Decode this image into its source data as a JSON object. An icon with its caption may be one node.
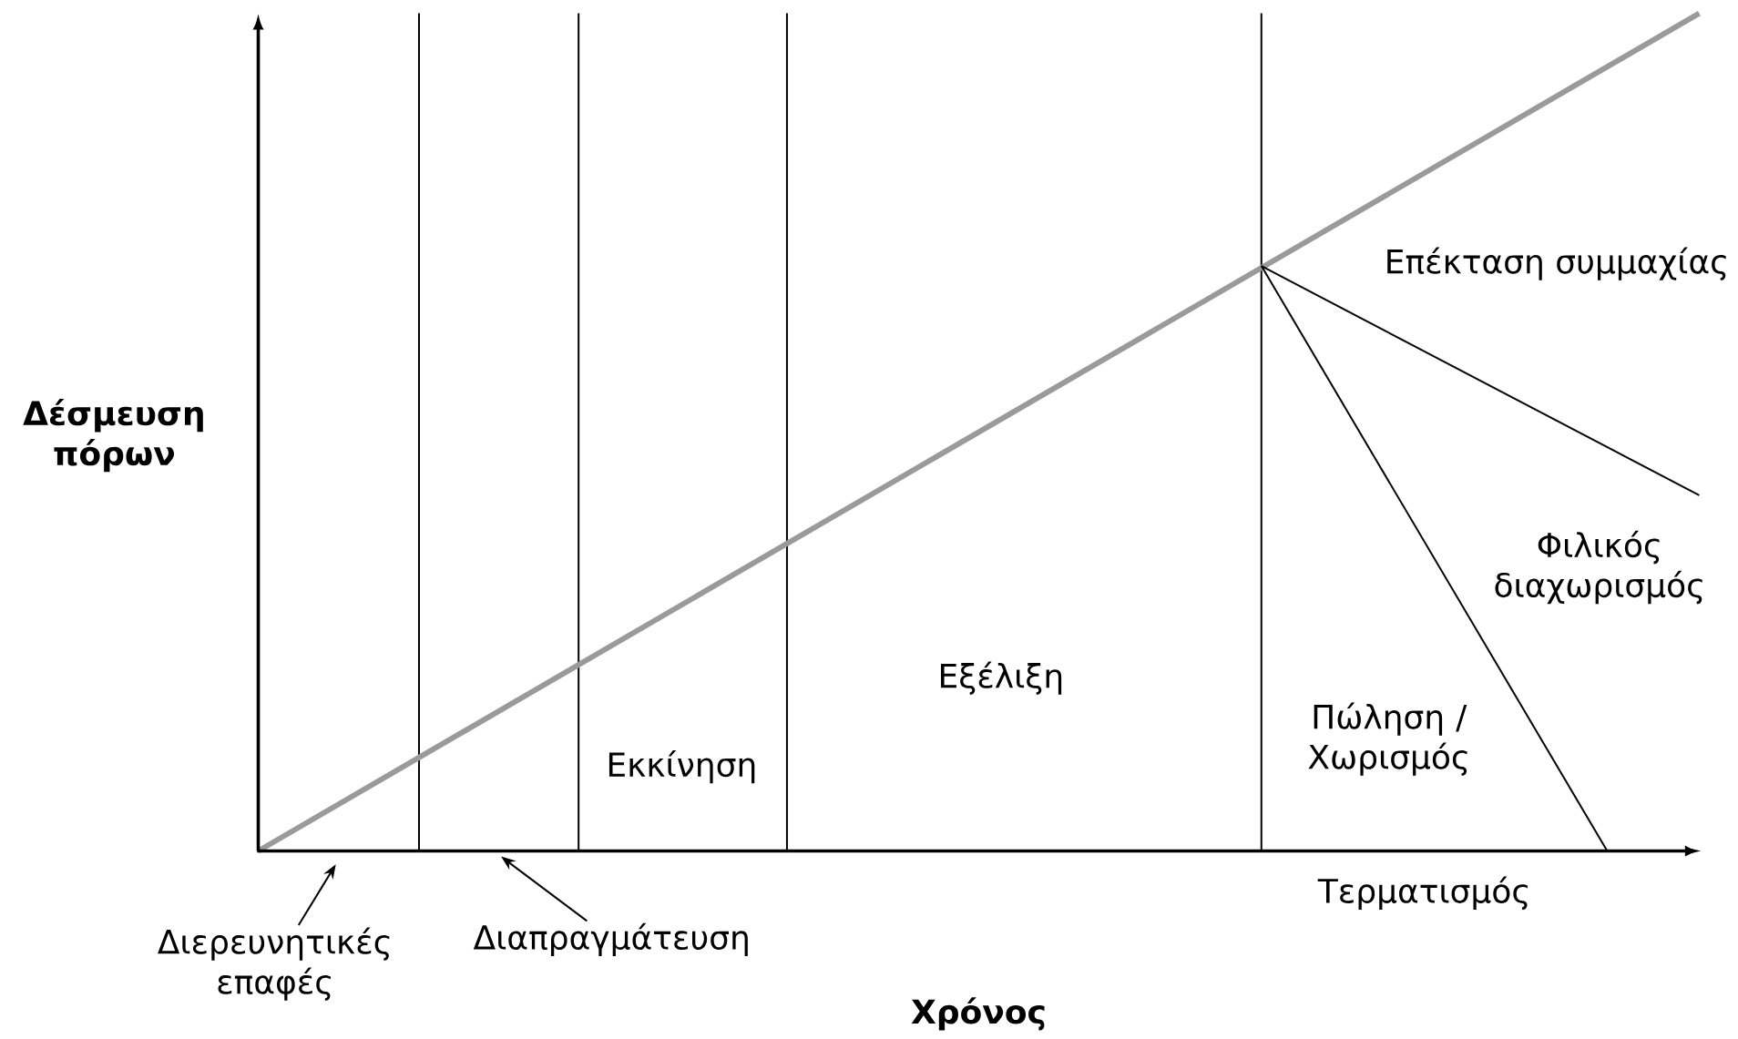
{
  "diagram": {
    "nodes": [
      {
        "text": [
          "Διερευνητικές επαφές"
        ]
      },
      {
        "text": [
          "Διαπραγμάτευση"
        ]
      }
    ],
    "edges": [
      {
        "from": 0,
        "to": null,
        "arrow": "to"
      },
      {
        "from": 1,
        "to": null,
        "arrow": "to"
      }
    ],
    "labels": [
      "Δέσμευση πόρων",
      "Επέκταση συμμαχίας",
      "Φιλικός διαχωρισμός",
      "Εξέλιξη",
      "Εκκίνηση",
      "Πώληση / Χωρισμός",
      "Τερματισμός",
      "Χρόνος"
    ]
  }
}
